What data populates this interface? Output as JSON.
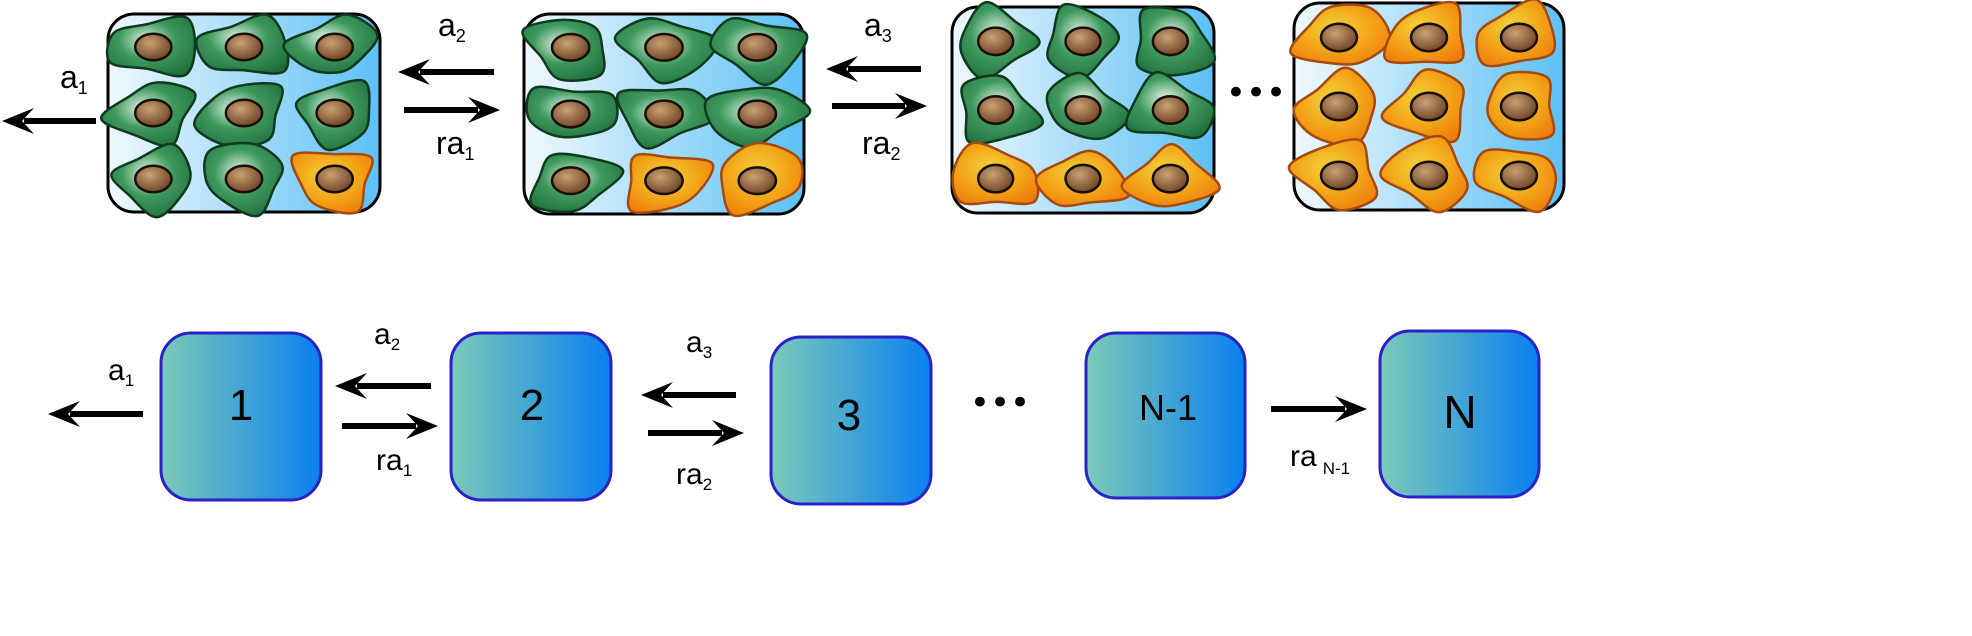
{
  "top_row": {
    "rates": {
      "a1": {
        "base": "a",
        "sub": "1"
      },
      "a2": {
        "base": "a",
        "sub": "2"
      },
      "ra1": {
        "base": "ra",
        "sub": "1"
      },
      "a3": {
        "base": "a",
        "sub": "3"
      },
      "ra2": {
        "base": "ra",
        "sub": "2"
      }
    },
    "ellipsis": "•••",
    "panels": [
      {
        "orange_cells": 1
      },
      {
        "orange_cells": 2
      },
      {
        "orange_cells": 3
      },
      {
        "orange_cells": 9
      }
    ]
  },
  "bottom_row": {
    "states": [
      "1",
      "2",
      "3",
      "N-1",
      "N"
    ],
    "rates": {
      "a1": {
        "base": "a",
        "sub": "1"
      },
      "a2": {
        "base": "a",
        "sub": "2"
      },
      "ra1": {
        "base": "ra",
        "sub": "1"
      },
      "a3": {
        "base": "a",
        "sub": "3"
      },
      "ra2": {
        "base": "ra",
        "sub": "2"
      },
      "raN1": {
        "base": "ra",
        "sub": "N-1"
      }
    },
    "ellipsis": "•••"
  },
  "colors": {
    "healthy_cell": "#2e8b4e",
    "healthy_cell_dark": "#1d5e33",
    "damaged_cell": "#f08a10",
    "damaged_cell_light": "#e6c21a",
    "nucleus": "#7a5030",
    "state_box_left": "#7ccab8",
    "state_box_right": "#0a80f0",
    "state_box_border": "#2a22c8",
    "panel_bg_left": "#f0f8fd",
    "panel_bg_right": "#5cc0f5"
  }
}
